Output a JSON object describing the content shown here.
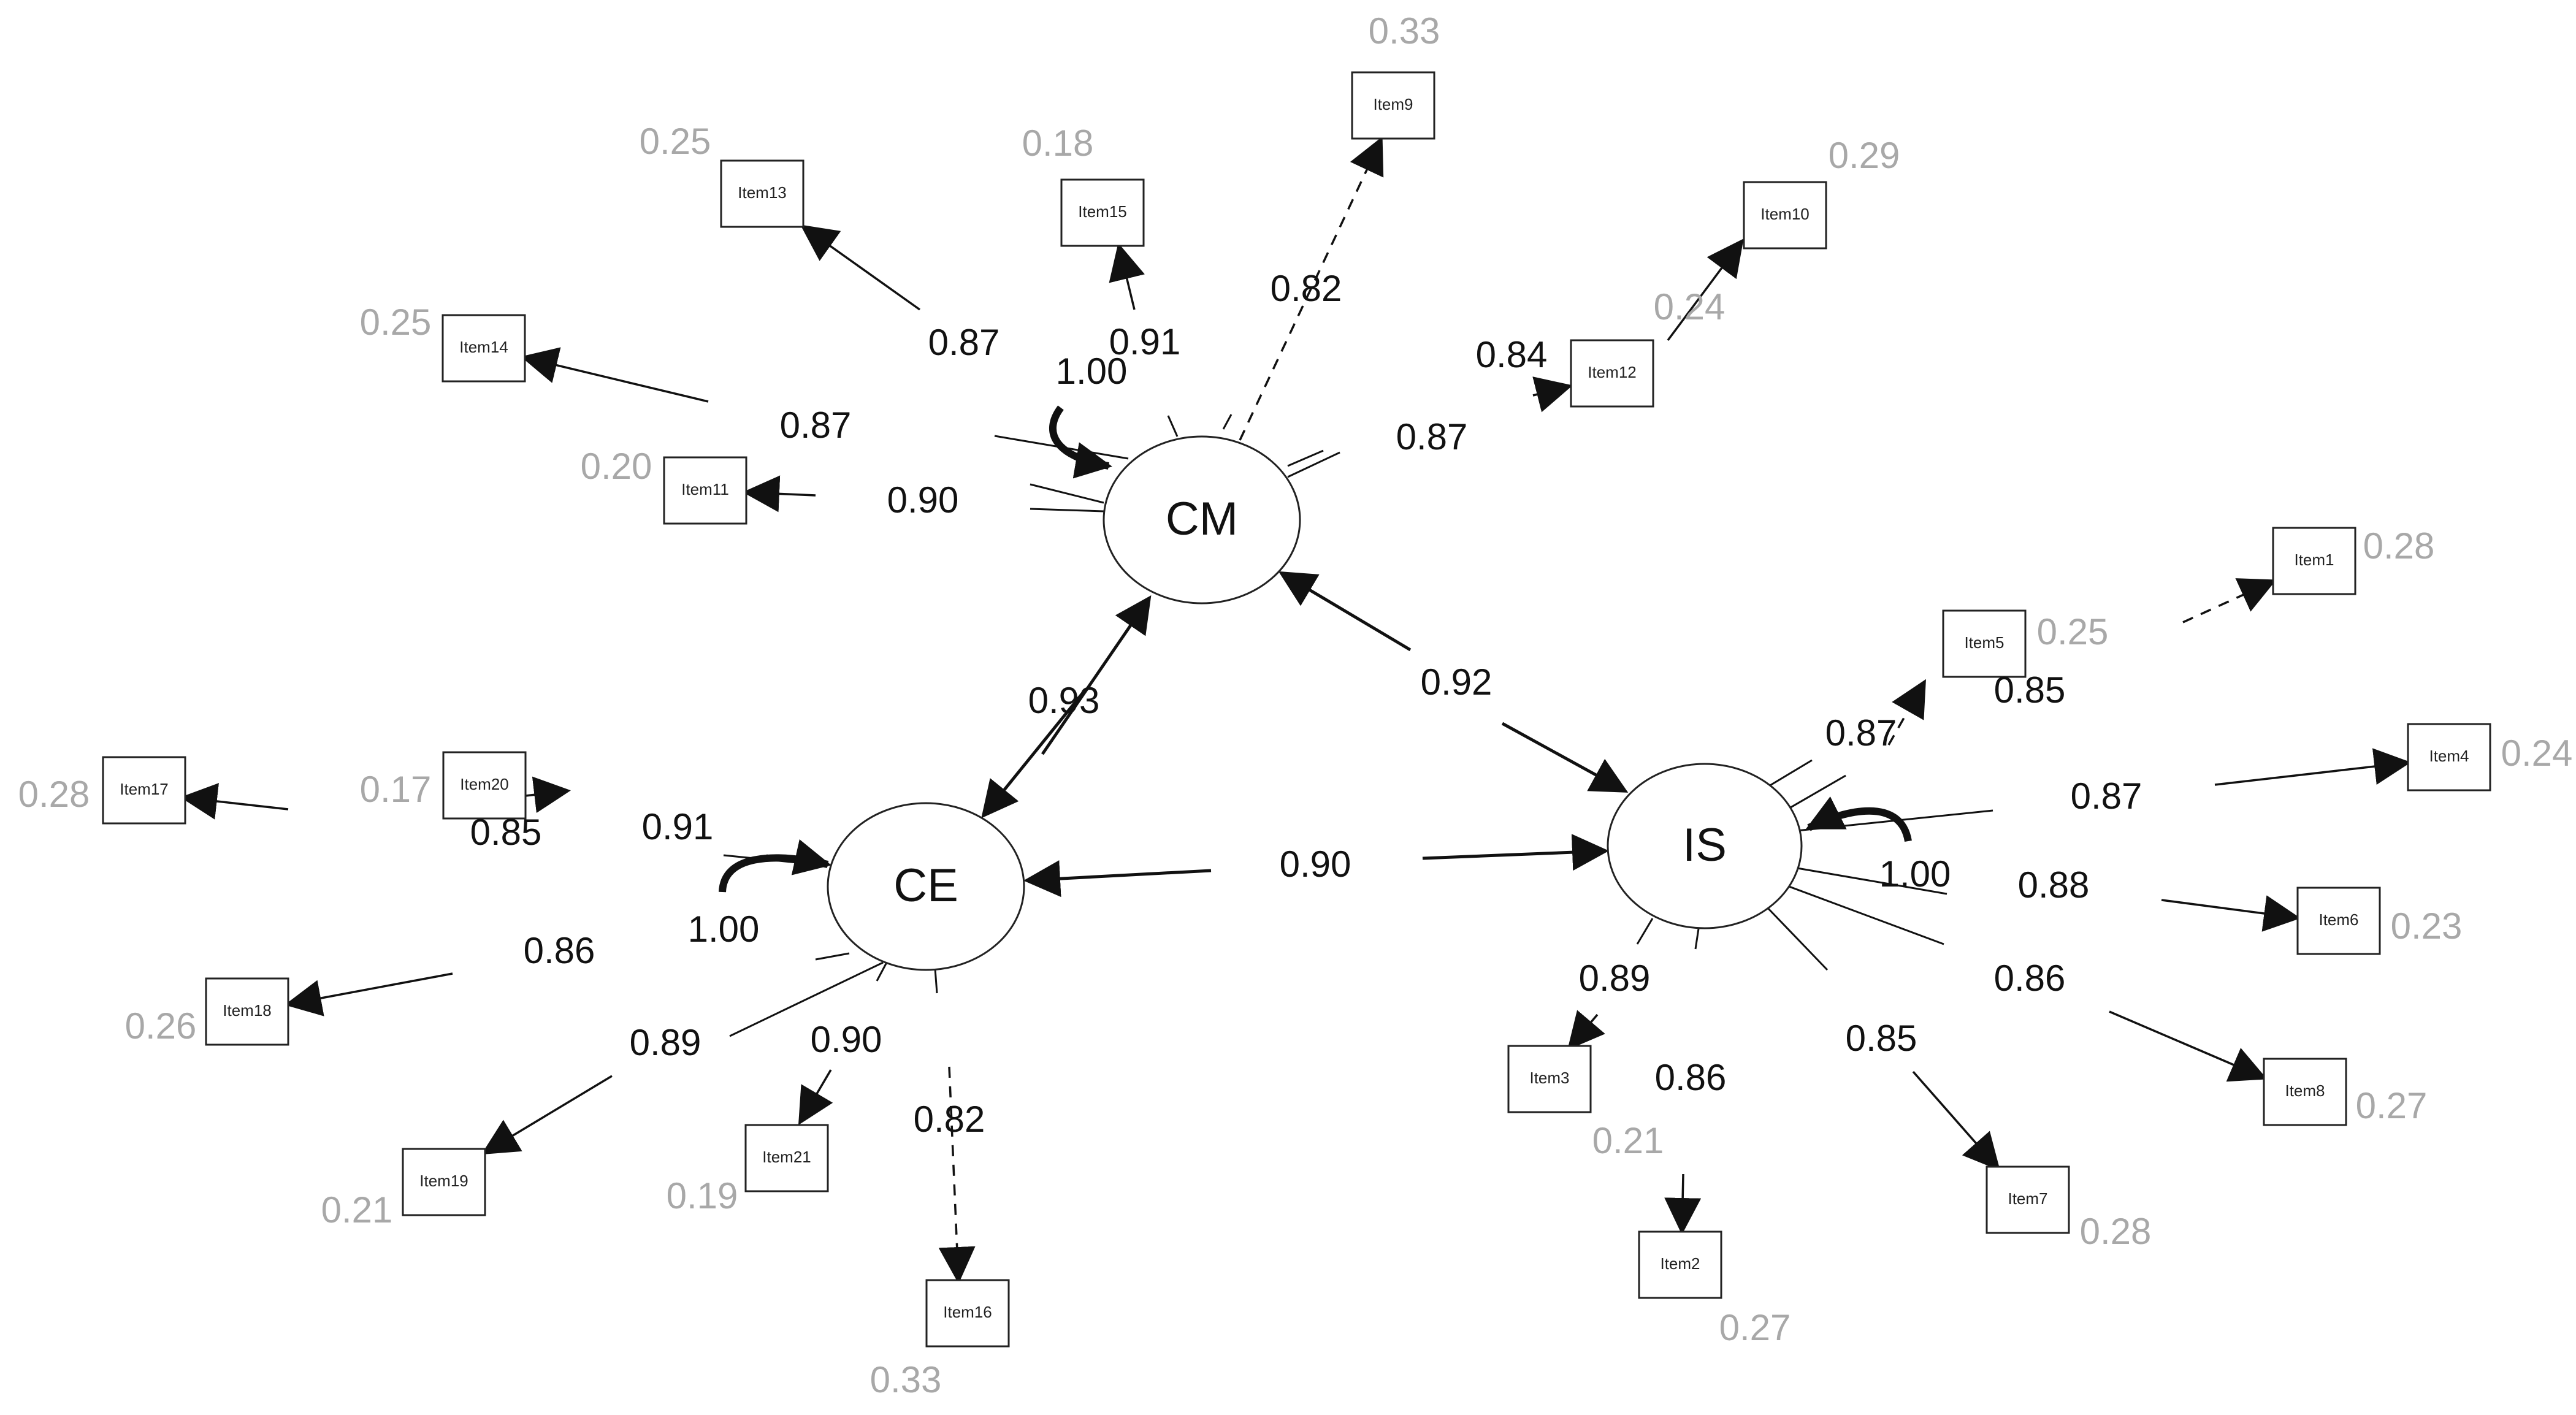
{
  "latents": [
    {
      "id": "CM",
      "label": "CM"
    },
    {
      "id": "CE",
      "label": "CE"
    },
    {
      "id": "IS",
      "label": "IS"
    }
  ],
  "items": [
    {
      "id": "Item1",
      "label": "Item1",
      "residual": "0.28"
    },
    {
      "id": "Item2",
      "label": "Item2",
      "residual": "0.27"
    },
    {
      "id": "Item3",
      "label": "Item3",
      "residual": "0.21"
    },
    {
      "id": "Item4",
      "label": "Item4",
      "residual": "0.24"
    },
    {
      "id": "Item5",
      "label": "Item5",
      "residual": "0.25"
    },
    {
      "id": "Item6",
      "label": "Item6",
      "residual": "0.23"
    },
    {
      "id": "Item7",
      "label": "Item7",
      "residual": "0.28"
    },
    {
      "id": "Item8",
      "label": "Item8",
      "residual": "0.27"
    },
    {
      "id": "Item9",
      "label": "Item9",
      "residual": "0.33"
    },
    {
      "id": "Item10",
      "label": "Item10",
      "residual": "0.29"
    },
    {
      "id": "Item11",
      "label": "Item11",
      "residual": "0.20"
    },
    {
      "id": "Item12",
      "label": "Item12",
      "residual": "0.24"
    },
    {
      "id": "Item13",
      "label": "Item13",
      "residual": "0.25"
    },
    {
      "id": "Item14",
      "label": "Item14",
      "residual": "0.25"
    },
    {
      "id": "Item15",
      "label": "Item15",
      "residual": "0.18"
    },
    {
      "id": "Item16",
      "label": "Item16",
      "residual": "0.33"
    },
    {
      "id": "Item17",
      "label": "Item17",
      "residual": "0.28"
    },
    {
      "id": "Item18",
      "label": "Item18",
      "residual": "0.26"
    },
    {
      "id": "Item19",
      "label": "Item19",
      "residual": "0.21"
    },
    {
      "id": "Item20",
      "label": "Item20",
      "residual": "0.17"
    },
    {
      "id": "Item21",
      "label": "Item21",
      "residual": "0.19"
    }
  ],
  "loadings": [
    {
      "latent": "CM",
      "item": "Item9",
      "value": "0.82"
    },
    {
      "latent": "CM",
      "item": "Item10",
      "value": "0.84"
    },
    {
      "latent": "CM",
      "item": "Item11",
      "value": "0.90"
    },
    {
      "latent": "CM",
      "item": "Item12",
      "value": "0.87"
    },
    {
      "latent": "CM",
      "item": "Item13",
      "value": "0.87"
    },
    {
      "latent": "CM",
      "item": "Item14",
      "value": "0.87"
    },
    {
      "latent": "CM",
      "item": "Item15",
      "value": "0.91"
    },
    {
      "latent": "CE",
      "item": "Item16",
      "value": "0.82"
    },
    {
      "latent": "CE",
      "item": "Item17",
      "value": "0.91"
    },
    {
      "latent": "CE",
      "item": "Item18",
      "value": "0.86"
    },
    {
      "latent": "CE",
      "item": "Item19",
      "value": "0.89"
    },
    {
      "latent": "CE",
      "item": "Item20",
      "value": "0.85"
    },
    {
      "latent": "CE",
      "item": "Item21",
      "value": "0.90"
    },
    {
      "latent": "IS",
      "item": "Item1",
      "value": "0.85"
    },
    {
      "latent": "IS",
      "item": "Item2",
      "value": "0.86"
    },
    {
      "latent": "IS",
      "item": "Item3",
      "value": "0.89"
    },
    {
      "latent": "IS",
      "item": "Item4",
      "value": "0.87"
    },
    {
      "latent": "IS",
      "item": "Item5",
      "value": "0.87"
    },
    {
      "latent": "IS",
      "item": "Item6",
      "value": "0.88"
    },
    {
      "latent": "IS",
      "item": "Item7",
      "value": "0.85"
    },
    {
      "latent": "IS",
      "item": "Item8",
      "value": "0.86"
    }
  ],
  "correlations": [
    {
      "a": "CM",
      "b": "CE",
      "value": "0.93"
    },
    {
      "a": "CM",
      "b": "IS",
      "value": "0.92"
    },
    {
      "a": "CE",
      "b": "IS",
      "value": "0.90"
    }
  ],
  "variances": [
    {
      "latent": "CM",
      "value": "1.00"
    },
    {
      "latent": "CE",
      "value": "1.00"
    },
    {
      "latent": "IS",
      "value": "1.00"
    }
  ]
}
